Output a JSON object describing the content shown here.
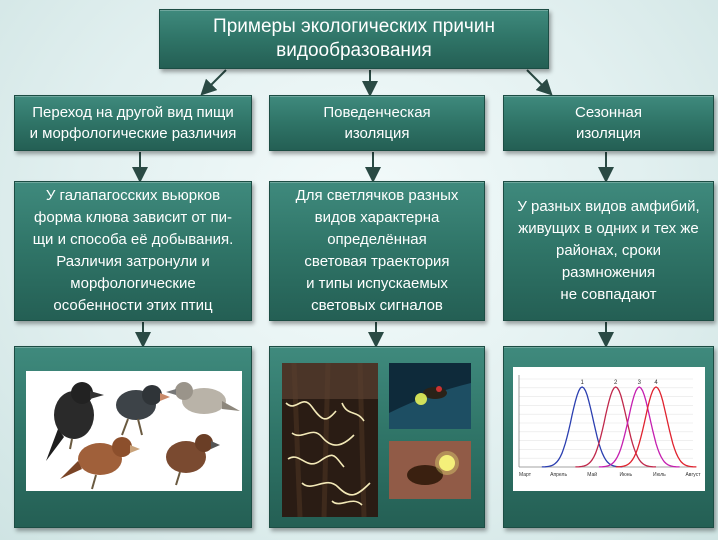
{
  "title": "Примеры экологических причин\nвидообразования",
  "columns": [
    {
      "header": "Переход на другой вид пищи\nи морфологические различия",
      "description": "У галапагосских вьюрков\nформа клюва зависит от пи-\nщи и способа её добывания.\nРазличия затронули и\nморфологические\nособенности этих птиц",
      "image": "finches-illustration"
    },
    {
      "header": "Поведенческая\nизоляция",
      "description": "Для светлячков разных\nвидов характерна\nопределённая\nсветовая траектория\nи типы испускаемых\nсветовых сигналов",
      "image": "fireflies-photos"
    },
    {
      "header": "Сезонная\nизоляция",
      "description": "У разных видов амфибий,\nживущих в одних и тех же\nрайонах, сроки\nразмножения\nне совпадают",
      "image": "breeding-season-chart"
    }
  ],
  "chart_data": {
    "type": "line",
    "categories": [
      "Март",
      "Апрель",
      "Май",
      "Июнь",
      "Июль",
      "Август"
    ],
    "series": [
      {
        "name": "1",
        "peak": 1.7,
        "color": "#2b3fb0"
      },
      {
        "name": "2",
        "peak": 2.7,
        "color": "#c0284b"
      },
      {
        "name": "3",
        "peak": 3.4,
        "color": "#c51fb0"
      },
      {
        "name": "4",
        "peak": 3.9,
        "color": "#e0232f"
      }
    ]
  }
}
